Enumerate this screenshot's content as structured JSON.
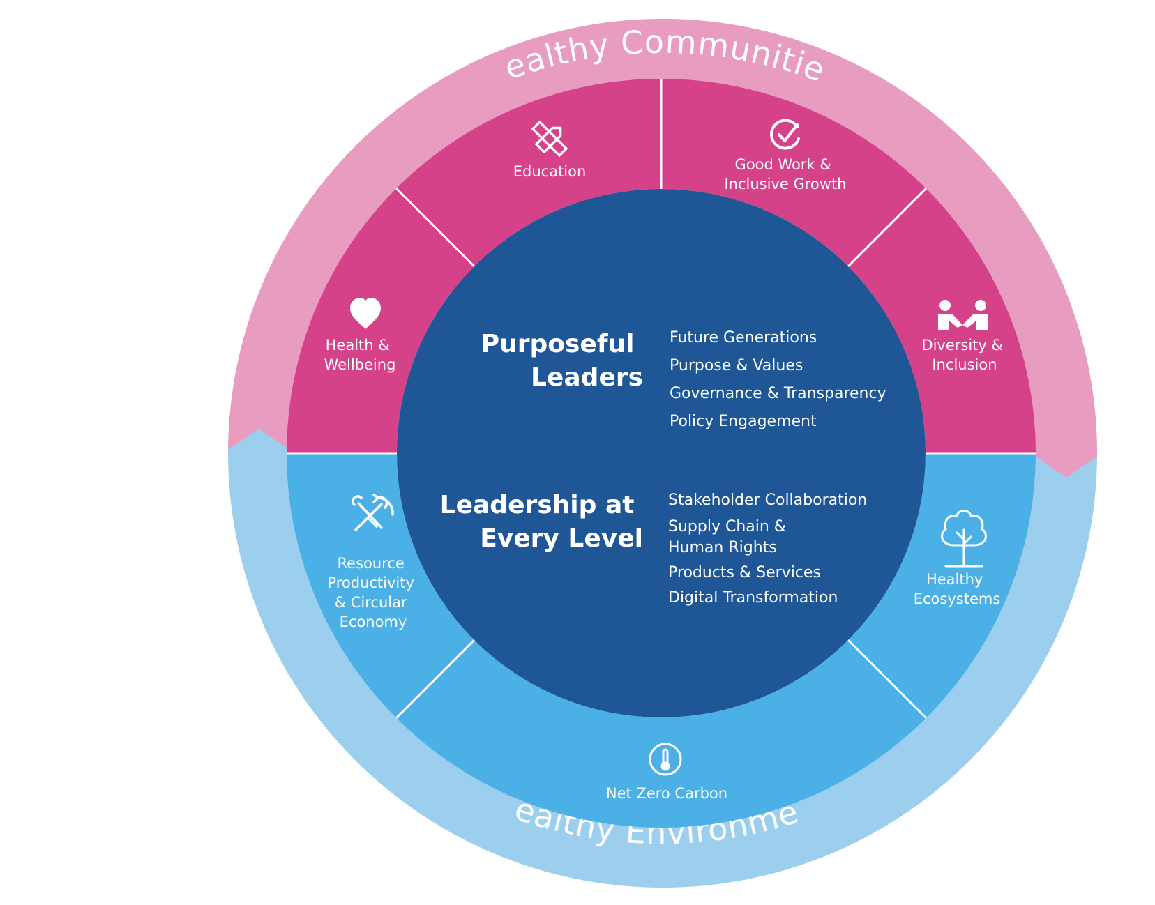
{
  "colors": {
    "outer_pink": "#e79cc0",
    "outer_blue": "#9ccfee",
    "segment_pink": "#d54289",
    "segment_blue": "#4bb0e5",
    "core": "#1f5796",
    "divider": "#ffffff"
  },
  "outer_ring": {
    "top": "Healthy Communities",
    "bottom": "Healthy Environment"
  },
  "segments": {
    "education": {
      "icon": "pencil-ruler-icon",
      "lines": [
        "Education"
      ]
    },
    "good_work": {
      "icon": "checkmark-circle-icon",
      "lines": [
        "Good Work &",
        "Inclusive Growth"
      ]
    },
    "health": {
      "icon": "heart-icon",
      "lines": [
        "Health &",
        "Wellbeing"
      ]
    },
    "diversity": {
      "icon": "handshake-people-icon",
      "lines": [
        "Diversity &",
        "Inclusion"
      ]
    },
    "resource": {
      "icon": "tools-recycle-icon",
      "lines": [
        "Resource",
        "Productivity",
        "& Circular",
        "Economy"
      ]
    },
    "ecosystems": {
      "icon": "tree-icon",
      "lines": [
        "Healthy",
        "Ecosystems"
      ]
    },
    "net_zero": {
      "icon": "thermometer-icon",
      "lines": [
        "Net Zero Carbon"
      ]
    }
  },
  "core": {
    "purposeful": {
      "title_lines": [
        "Purposeful",
        "Leaders"
      ],
      "items": [
        "Future Generations",
        "Purpose & Values",
        "Governance & Transparency",
        "Policy Engagement"
      ]
    },
    "leadership": {
      "title_lines": [
        "Leadership at",
        "Every Level"
      ],
      "items": [
        "Stakeholder Collaboration",
        "Supply Chain &",
        "Human Rights",
        "Products & Services",
        "Digital Transformation"
      ]
    }
  }
}
